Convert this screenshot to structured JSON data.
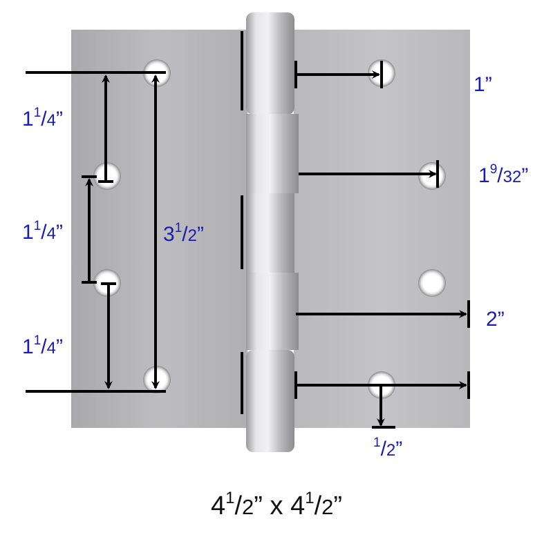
{
  "diagram": {
    "subject": "Butt door hinge dimension drawing",
    "title": {
      "whole": "4",
      "num": "1",
      "den": "2",
      "unit": "”",
      "separator": "x"
    },
    "labels": {
      "left_top": {
        "whole": "1",
        "num": "1",
        "den": "4",
        "unit": "”"
      },
      "left_middle": {
        "whole": "1",
        "num": "1",
        "den": "4",
        "unit": "”"
      },
      "left_bottom": {
        "whole": "1",
        "num": "1",
        "den": "4",
        "unit": "”"
      },
      "hole_span": {
        "whole": "3",
        "num": "1",
        "den": "2",
        "unit": "”"
      },
      "right_top": {
        "whole": "1",
        "unit": "”"
      },
      "right_second": {
        "whole": "1",
        "num": "9",
        "den": "32",
        "unit": "”"
      },
      "right_leaf_width": {
        "whole": "2",
        "unit": "”"
      },
      "bottom_edge": {
        "num": "1",
        "den": "2",
        "unit": "”"
      }
    },
    "colors": {
      "label": "#1a1ab4",
      "leaf": "#b4b4b6",
      "barrel": "#d6d6d8",
      "line": "#000000",
      "background": "#ffffff"
    }
  }
}
